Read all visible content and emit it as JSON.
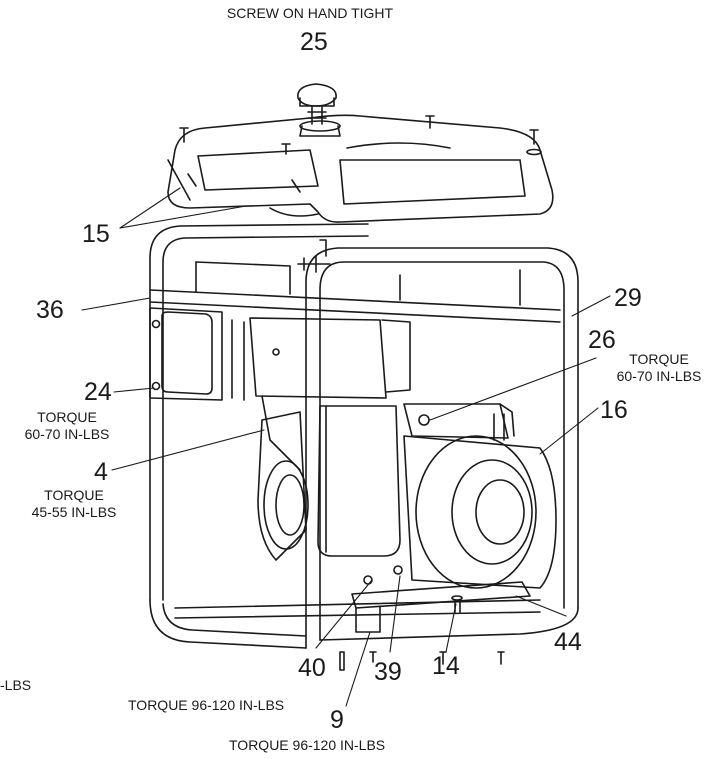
{
  "top_note": "SCREW ON HAND TIGHT",
  "callouts": {
    "c25": "25",
    "c15": "15",
    "c36": "36",
    "c29": "29",
    "c26": "26",
    "c24": "24",
    "c16": "16",
    "c4": "4",
    "c40": "40",
    "c39": "39",
    "c14": "14",
    "c44": "44",
    "c9": "9"
  },
  "notes": {
    "torque_26_a": "TORQUE",
    "torque_26_b": "60-70 IN-LBS",
    "torque_24_a": "TORQUE",
    "torque_24_b": "60-70 IN-LBS",
    "torque_4_a": "TORQUE",
    "torque_4_b": "45-55 IN-LBS",
    "torque_40": "TORQUE 96-120 IN-LBS",
    "torque_9": "TORQUE 96-120 IN-LBS",
    "cut_off": "-LBS"
  }
}
